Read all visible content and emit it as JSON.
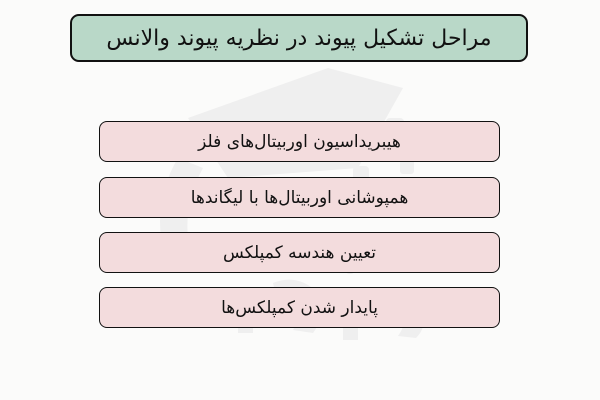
{
  "diagram": {
    "title": "مراحل تشکیل پیوند در نظریه پیوند والانس",
    "steps": [
      "هیبریداسیون اوربیتال‌های فلز",
      "همپوشانی اوربیتال‌ها با لیگاندها",
      "تعیین هندسه کمپلکس",
      "پایدار شدن کمپلکس‌ها"
    ]
  },
  "colors": {
    "background": "#fbfbfa",
    "title_fill": "#b9d8c8",
    "step_fill": "#f3dcdd",
    "border": "#111111",
    "watermark": "#eeeeee"
  },
  "icons": {
    "watermark": "brand-logo-watermark"
  }
}
